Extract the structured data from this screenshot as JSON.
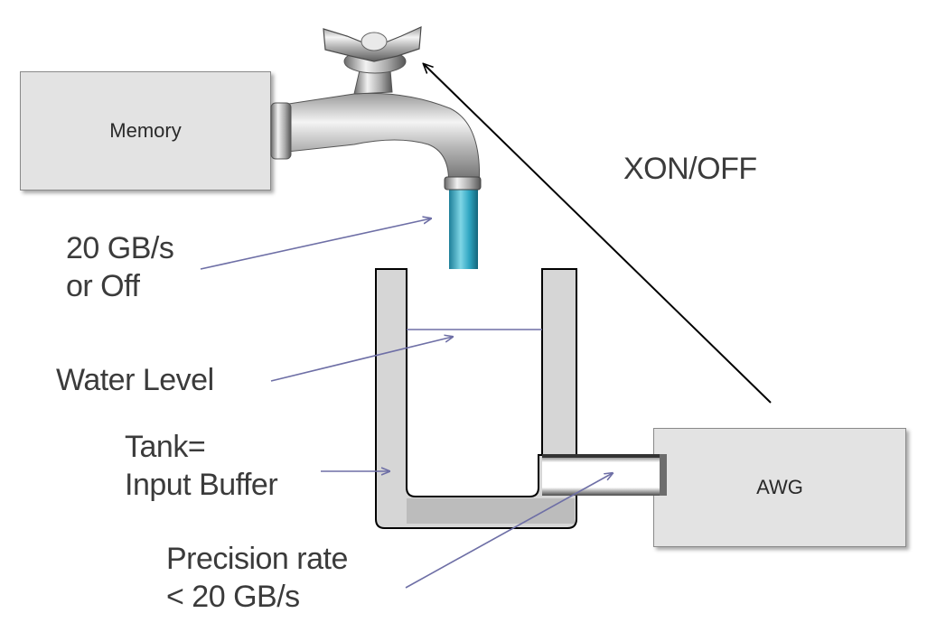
{
  "boxes": {
    "memory": "Memory",
    "awg": "AWG"
  },
  "labels": {
    "xon_off": "XON/OFF",
    "rate_line1": "20 GB/s",
    "rate_line2": "or Off",
    "water_level": "Water Level",
    "tank_line1": "Tank=",
    "tank_line2": "Input Buffer",
    "precision_line1": "Precision rate",
    "precision_line2": "< 20 GB/s"
  },
  "colors": {
    "arrow": "#6e6fa6",
    "feedback_arrow": "#000000",
    "tank_wall": "#d4d4d4",
    "water": "#2fa6c2"
  },
  "icons": {
    "faucet": "faucet-icon"
  }
}
